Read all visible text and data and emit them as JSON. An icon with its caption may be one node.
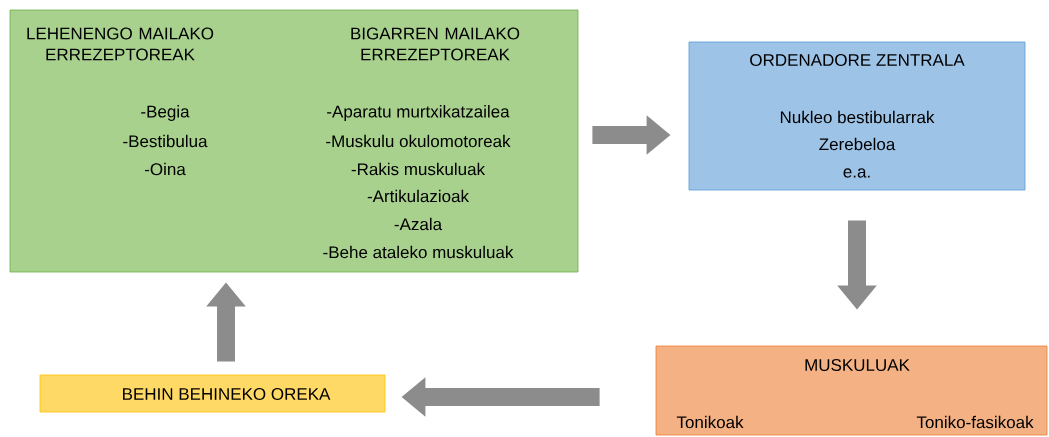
{
  "diagram": {
    "nodes": [
      {
        "text": [
          "LEHENENGO MAILAKO ERREZEPTOREAK",
          "BIGARREN MAILAKO ERREZEPTOREAK",
          "-Begia",
          "-Bestibulua",
          "-Oina",
          "-Aparatu murtxikatzailea",
          "-Muskulu okulomotoreak",
          "-Rakis muskuluak",
          "-Artikulazioak",
          "-Azala",
          "-Behe ataleko muskuluak"
        ]
      },
      {
        "text": [
          "ORDENADORE ZENTRALA",
          "Nukleo bestibularrak",
          "Zerebeloa",
          "e.a."
        ]
      },
      {
        "text": [
          "MUSKULUAK",
          "Tonikoak",
          "Toniko-fasikoak"
        ]
      },
      {
        "text": [
          "BEHIN BEHINEKO OREKA"
        ]
      }
    ],
    "edges": [
      {
        "from": 0,
        "to": 1,
        "arrow": "to"
      },
      {
        "from": 1,
        "to": 2,
        "arrow": "to"
      },
      {
        "from": 2,
        "to": 3,
        "arrow": "to"
      },
      {
        "from": 3,
        "to": 0,
        "arrow": "to"
      }
    ]
  }
}
